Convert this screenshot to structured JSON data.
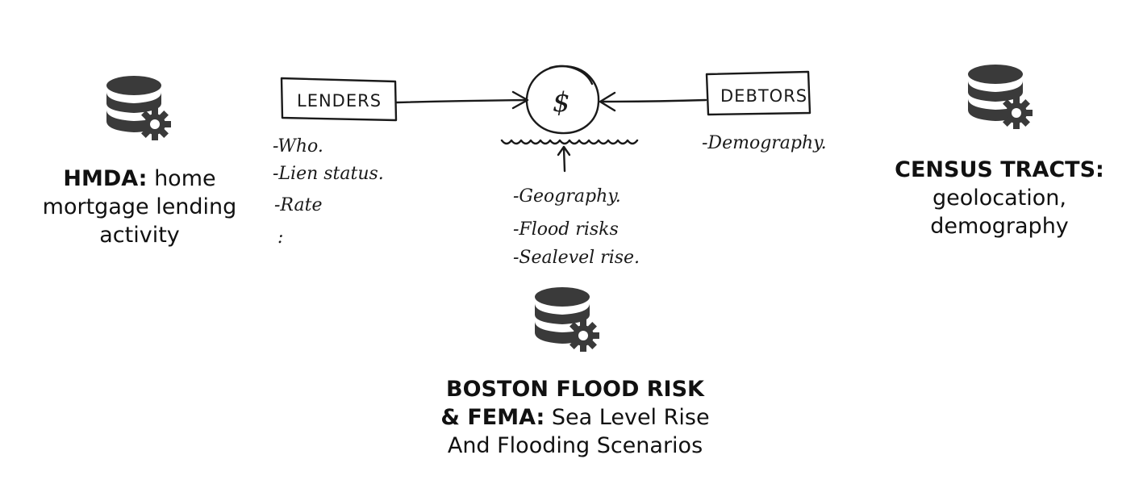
{
  "sources": {
    "hmda": {
      "lead": "HMDA:",
      "line1_rest": "home",
      "line2": "mortgage lending",
      "line3": "activity",
      "icon": "database-gear-icon"
    },
    "census": {
      "lead": "CENSUS TRACTS:",
      "line2": "geolocation,",
      "line3": "demography",
      "icon": "database-gear-icon"
    },
    "boston": {
      "lead_line1": "BOSTON FLOOD RISK",
      "lead_line2": "& FEMA:",
      "line2_rest": "Sea Level Rise",
      "line3": "And Flooding Scenarios",
      "icon": "database-gear-icon"
    }
  },
  "sketch": {
    "lenders_box": "LENDERS",
    "debtors_box": "DEBTORS",
    "center_symbol": "$",
    "lenders_notes": [
      "-Who.",
      "-Lien status.",
      "-Rate",
      ":"
    ],
    "debtors_notes": [
      "-Demography."
    ],
    "center_notes": [
      "-Geography.",
      "-Flood risks",
      "-Sealevel rise."
    ]
  },
  "colors": {
    "icon": "#3a3a3a",
    "ink": "#1a1a1a",
    "text": "#111111"
  }
}
